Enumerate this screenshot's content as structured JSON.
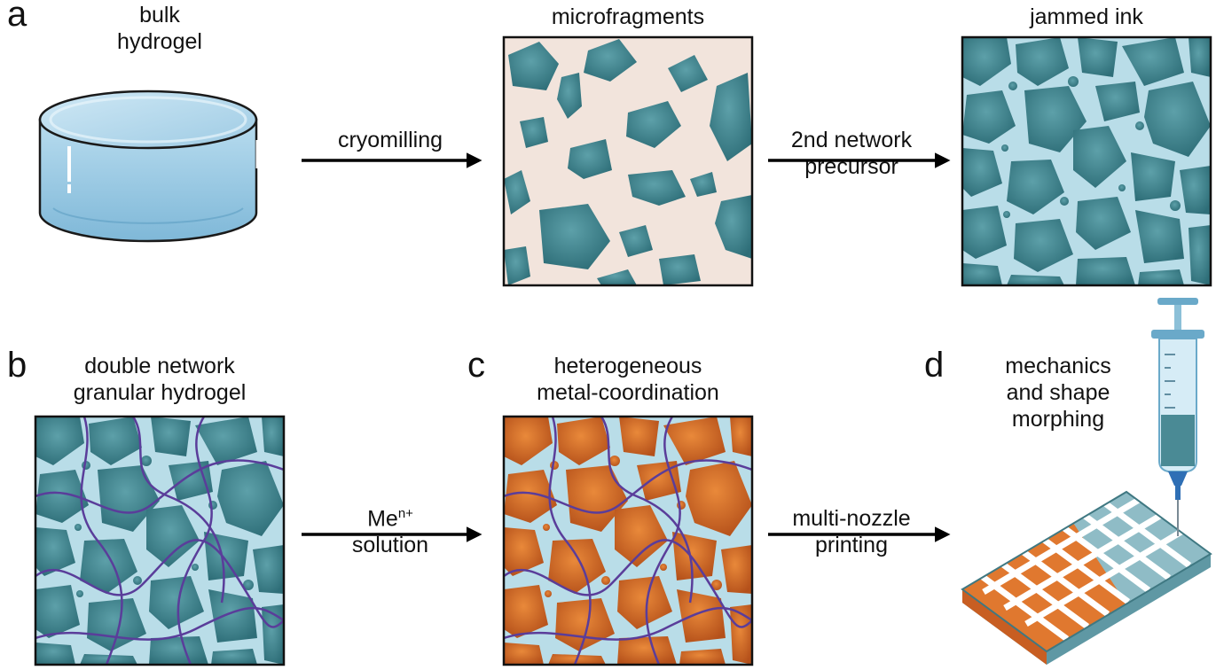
{
  "panels": {
    "a": {
      "letter": "a"
    },
    "b": {
      "letter": "b"
    },
    "c": {
      "letter": "c"
    },
    "d": {
      "letter": "d"
    }
  },
  "titles": {
    "bulk_line1": "bulk",
    "bulk_line2": "hydrogel",
    "microfragments": "microfragments",
    "jammed": "jammed ink",
    "double_line1": "double network",
    "double_line2": "granular hydrogel",
    "hetero_line1": "heterogeneous",
    "hetero_line2": "metal-coordination",
    "mech_line1": "mechanics",
    "mech_line2": "and shape",
    "mech_line3": "morphing"
  },
  "arrows": {
    "cryomilling": "cryomilling",
    "network_line1": "2nd network",
    "network_line2": "precursor",
    "men_base": "Me",
    "men_sup": "n+",
    "solution": "solution",
    "nozzle_line1": "multi-nozzle",
    "nozzle_line2": "printing"
  },
  "colors": {
    "teal": "#3f8791",
    "teal_dark": "#2c6b75",
    "light_blue": "#b9dde8",
    "beige": "#f2e4dc",
    "orange": "#d9702a",
    "orange_dark": "#b8531a",
    "purple": "#5a3d9a",
    "gel_blue": "#a9d3e8"
  },
  "icons": {
    "hydrogel": "hydrogel-cylinder-icon",
    "syringe": "syringe-icon",
    "lattice": "printed-lattice-icon"
  }
}
